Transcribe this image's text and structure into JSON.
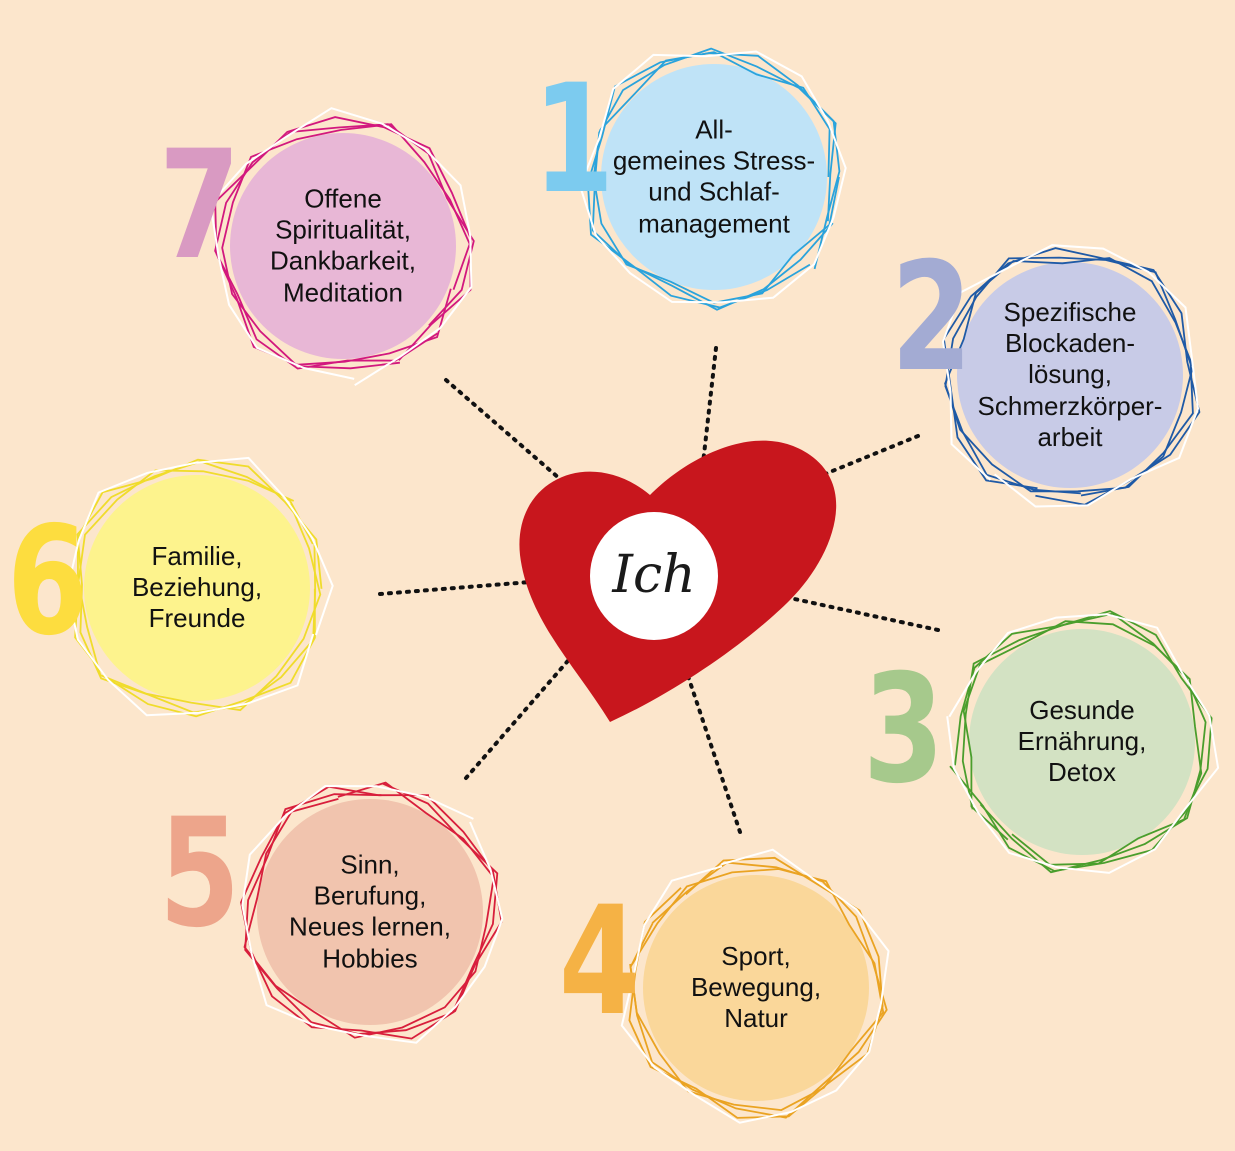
{
  "center": {
    "label": "Ich",
    "heart_color": "#c8161d"
  },
  "nodes": [
    {
      "id": "node-1",
      "number": "1",
      "lines": [
        "All-",
        "gemeines Stress-",
        "und Schlaf-",
        "management"
      ],
      "fill": "#bfe3f7",
      "stroke": "#2aa3dc",
      "number_color": "#7ccbef"
    },
    {
      "id": "node-2",
      "number": "2",
      "lines": [
        "Spezifische",
        "Blockaden-",
        "lösung,",
        "Schmerzkörper-",
        "arbeit"
      ],
      "fill": "#c8cbe7",
      "stroke": "#1f5aa6",
      "number_color": "#a3abd3"
    },
    {
      "id": "node-3",
      "number": "3",
      "lines": [
        "Gesunde",
        "Ernährung,",
        "Detox"
      ],
      "fill": "#d3e2c3",
      "stroke": "#4a9e2d",
      "number_color": "#a6c98c"
    },
    {
      "id": "node-4",
      "number": "4",
      "lines": [
        "Sport,",
        "Bewegung,",
        "Natur"
      ],
      "fill": "#fad79a",
      "stroke": "#eaa322",
      "number_color": "#f5b245"
    },
    {
      "id": "node-5",
      "number": "5",
      "lines": [
        "Sinn,",
        "Berufung,",
        "Neues lernen,",
        "Hobbies"
      ],
      "fill": "#f1c4ae",
      "stroke": "#d81f3c",
      "number_color": "#eda58b"
    },
    {
      "id": "node-6",
      "number": "6",
      "lines": [
        "Familie,",
        "Beziehung,",
        "Freunde"
      ],
      "fill": "#fdf38d",
      "stroke": "#f0dc2b",
      "number_color": "#fddd3f"
    },
    {
      "id": "node-7",
      "number": "7",
      "lines": [
        "Offene",
        "Spiritualität,",
        "Dankbarkeit,",
        "Meditation"
      ],
      "fill": "#e8b7d6",
      "stroke": "#d2187e",
      "number_color": "#d99ac2"
    }
  ]
}
